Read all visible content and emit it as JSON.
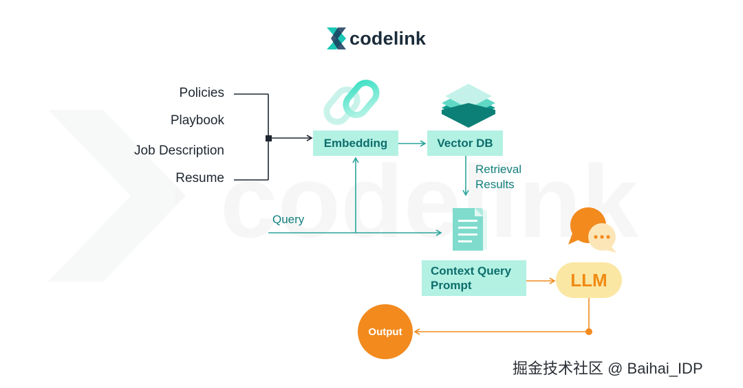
{
  "brand": {
    "name": "codelink",
    "watermark_text": "codelink"
  },
  "sources": [
    "Policies",
    "Playbook",
    "Job Description",
    "Resume"
  ],
  "nodes": {
    "embedding": "Embedding",
    "vector_db": "Vector DB",
    "context_prompt_line1": "Context Query",
    "context_prompt_line2": "Prompt",
    "llm": "LLM",
    "output": "Output"
  },
  "edge_labels": {
    "query": "Query",
    "retrieval_line1": "Retrieval",
    "retrieval_line2": "Results"
  },
  "footer": {
    "credit": "掘金技术社区 @ Baihai_IDP"
  },
  "colors": {
    "teal_box": "#b3f1e3",
    "teal_text": "#0c6e6c",
    "teal_line": "#2aa39a",
    "orange": "#f28a1e",
    "llm_fill": "#fbe7a4",
    "dark_line": "#1e2630"
  },
  "icons": [
    "codelink-logo-icon",
    "chain-link-icon",
    "layers-stack-icon",
    "document-icon",
    "chat-bubbles-icon"
  ]
}
